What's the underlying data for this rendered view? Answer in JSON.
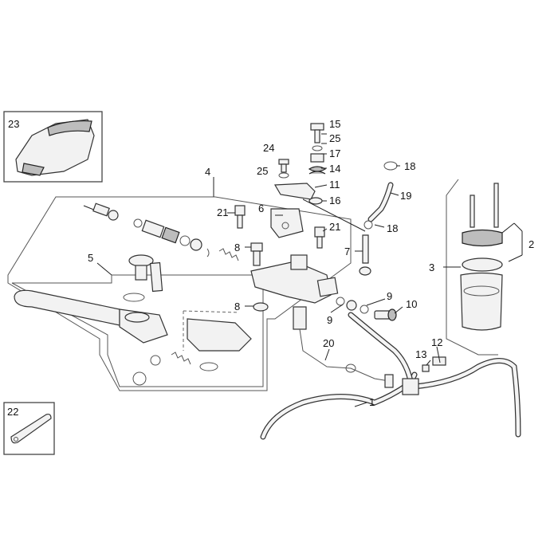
{
  "callouts": {
    "c1": "1",
    "c2": "2",
    "c3": "3",
    "c4": "4",
    "c5": "5",
    "c6": "6",
    "c7": "7",
    "c8a": "8",
    "c8b": "8",
    "c9a": "9",
    "c9b": "9",
    "c10": "10",
    "c11": "11",
    "c12": "12",
    "c13": "13",
    "c14": "14",
    "c15": "15",
    "c16": "16",
    "c17": "17",
    "c18a": "18",
    "c18b": "18",
    "c19": "19",
    "c20": "20",
    "c21a": "21",
    "c21b": "21",
    "c22": "22",
    "c23": "23",
    "c24": "24",
    "c25a": "25",
    "c25b": "25"
  }
}
